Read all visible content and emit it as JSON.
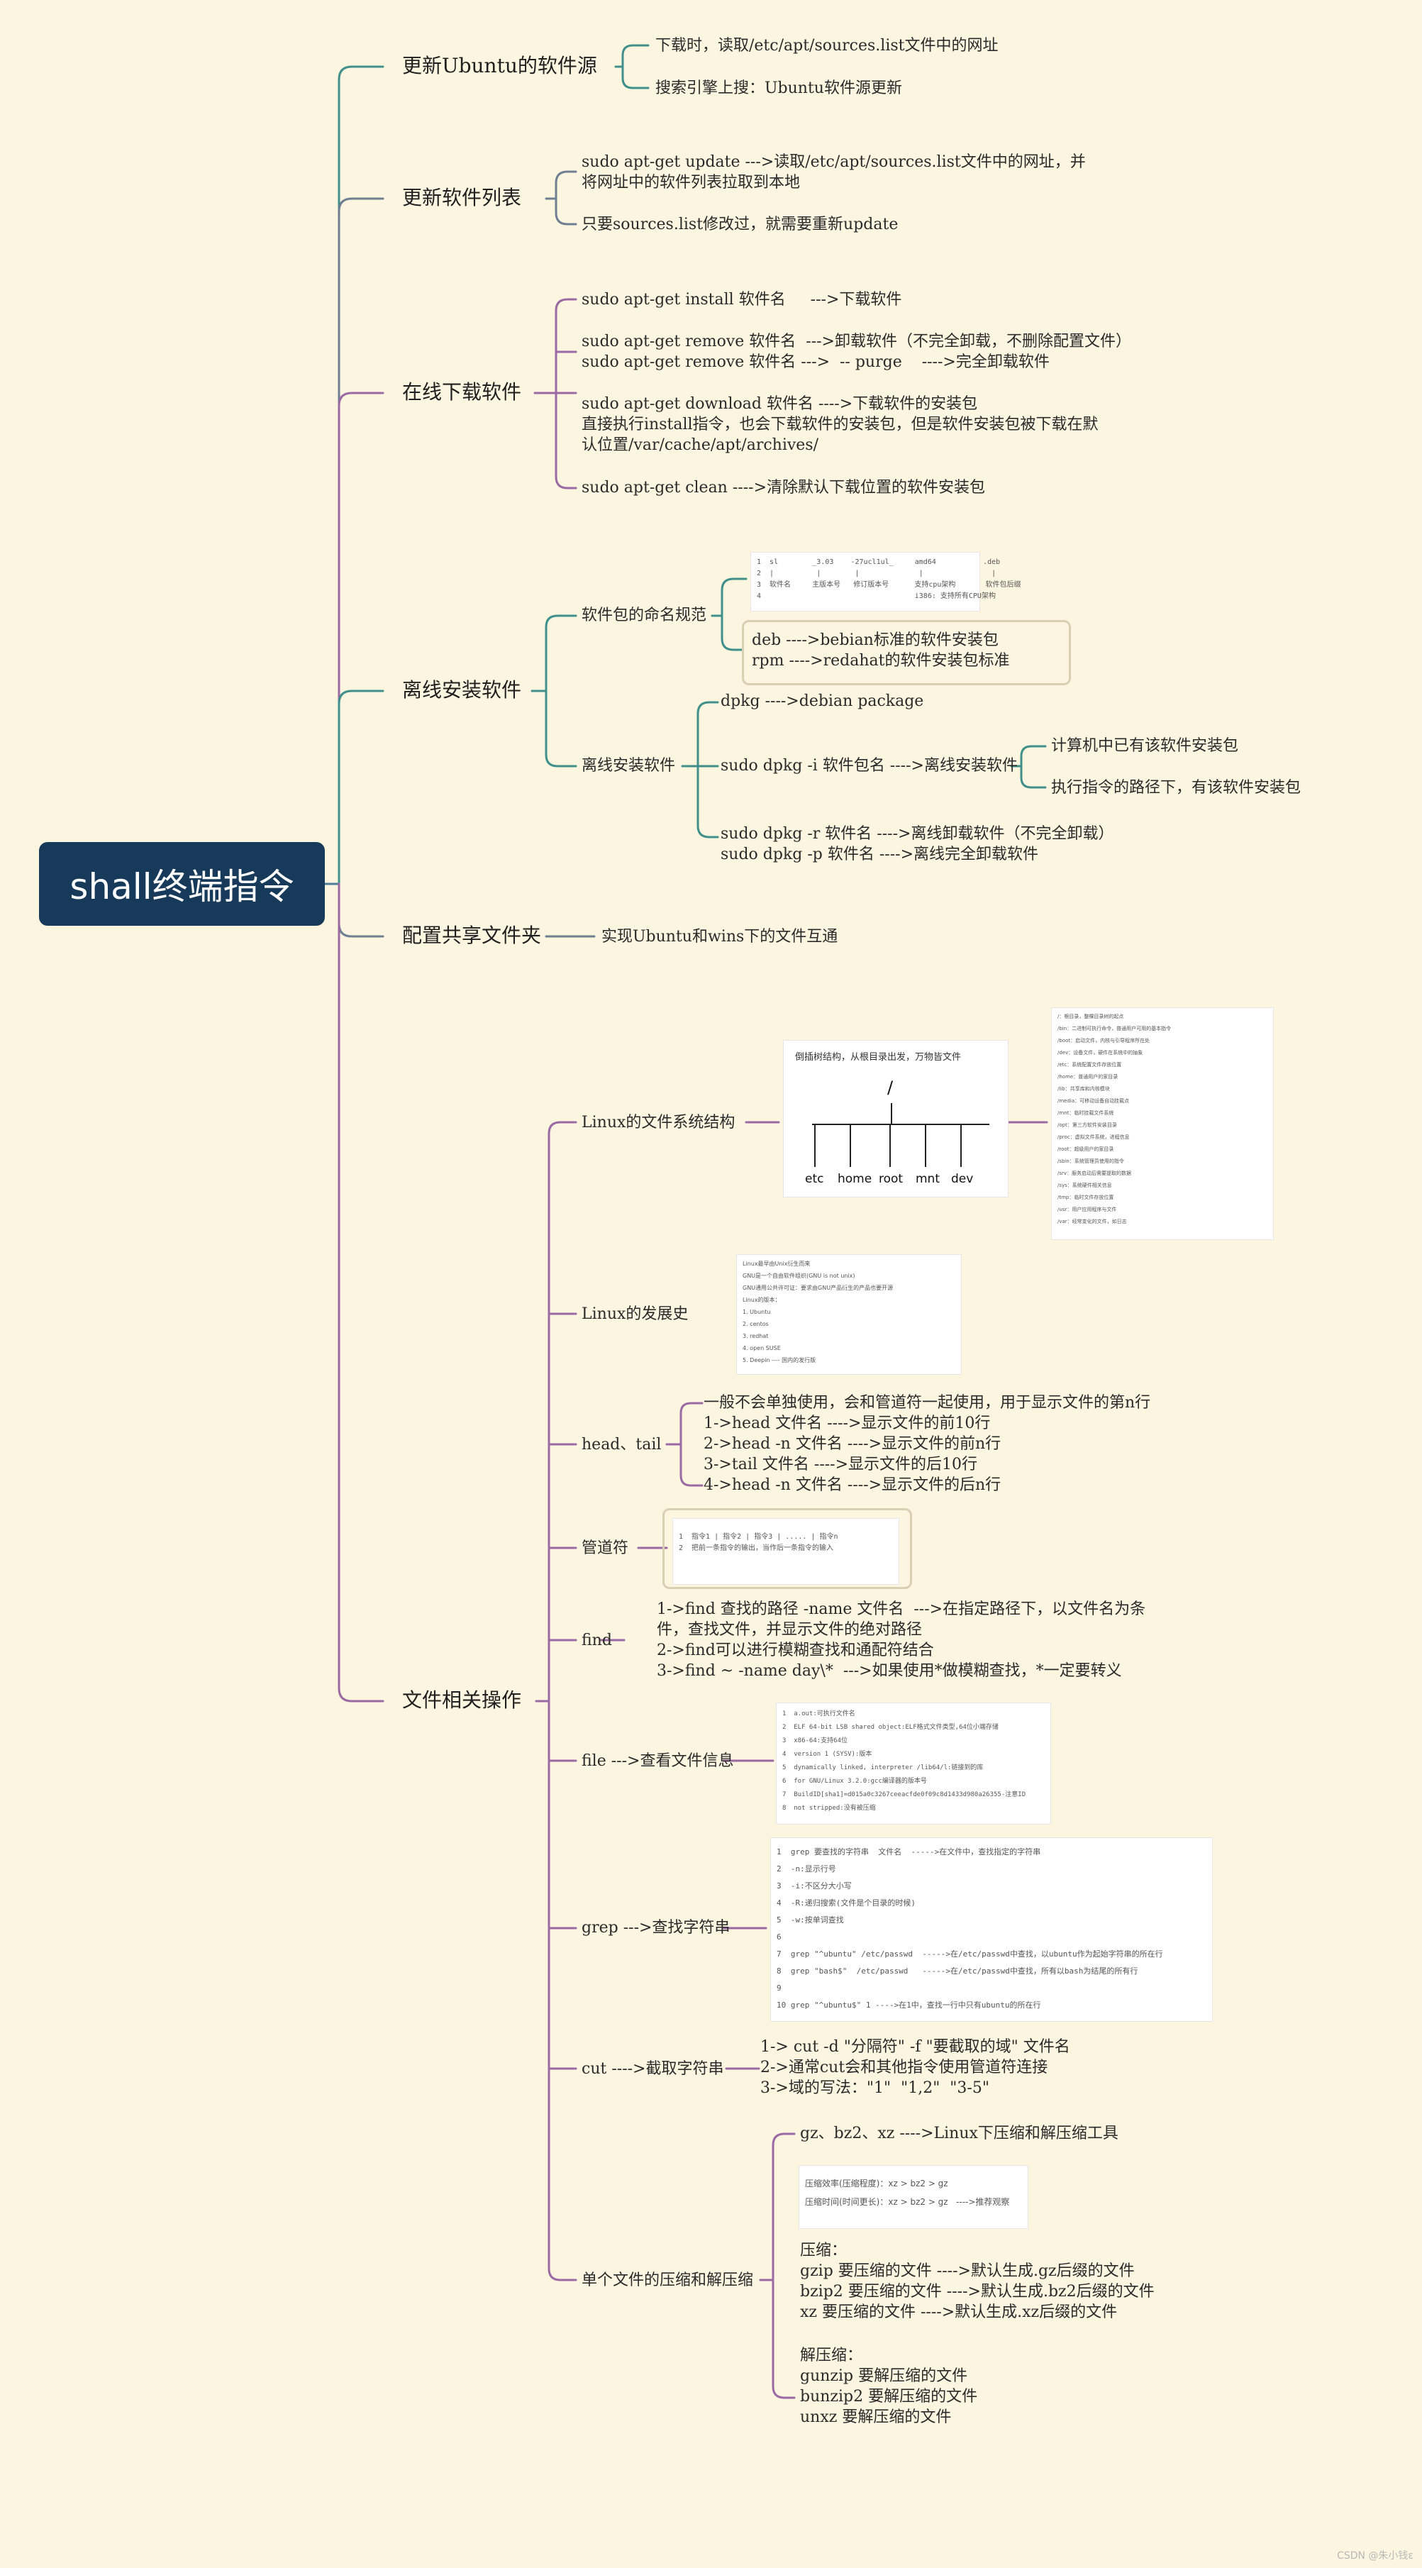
{
  "root": {
    "label": "shall终端指令"
  },
  "branches": {
    "b1": {
      "label": "更新Ubuntu的软件源",
      "items": [
        "下载时，读取/etc/apt/sources.list文件中的网址",
        "搜索引擎上搜：Ubuntu软件源更新"
      ]
    },
    "b2": {
      "label": "更新软件列表",
      "items": [
        "sudo apt-get update --->读取/etc/apt/sources.list文件中的网址，并\n将网址中的软件列表拉取到本地",
        "只要sources.list修改过，就需要重新update"
      ]
    },
    "b3": {
      "label": "在线下载软件",
      "items": [
        "sudo apt-get install 软件名     --->下载软件",
        "sudo apt-get remove 软件名  --->卸载软件（不完全卸载，不删除配置文件）\nsudo apt-get remove 软件名 --->  -- purge    ---->完全卸载软件",
        "sudo apt-get download 软件名 ---->下载软件的安装包\n直接执行install指令，也会下载软件的安装包，但是软件安装包被下载在默\n认位置/var/cache/apt/archives/",
        "sudo apt-get clean ---->清除默认下载位置的软件安装包"
      ]
    },
    "b4": {
      "label": "离线安装软件",
      "naming": {
        "label": "软件包的命名规范",
        "note": "deb ---->bebian标准的软件安装包\nrpm ---->redahat的软件安装包标准",
        "card": [
          "1  sl        _3.03    -27ucl1ul_     amd64           .deb",
          "2  |          |        |              |                |",
          "3  软件名     主版本号   修订版本号      支持cpu架构       软件包后缀",
          "4                                    i386: 支持所有CPU架构"
        ]
      },
      "offline": {
        "label": "离线安装软件",
        "dpkg": "dpkg ---->debian package",
        "install": "sudo dpkg -i 软件包名 ---->离线安装软件",
        "install_sub": [
          "计算机中已有该软件安装包",
          "执行指令的路径下，有该软件安装包"
        ],
        "remove": "sudo dpkg -r 软件名 ---->离线卸载软件（不完全卸载）\nsudo dpkg -p 软件名 ---->离线完全卸载软件"
      }
    },
    "b5": {
      "label": "配置共享文件夹",
      "items": [
        "实现Ubuntu和wins下的文件互通"
      ]
    },
    "b6": {
      "label": "文件相关操作",
      "fs": {
        "label": "Linux的文件系统结构",
        "caption": "倒插树结构，从根目录出发，万物皆文件",
        "root_slash": "/",
        "dirs": [
          "etc",
          "home",
          "root",
          "mnt",
          "dev"
        ],
        "card_lines": [
          "/：根目录，整棵目录树的起点",
          "/bin：二进制可执行命令，普通用户可用的基本指令",
          "/boot：启动文件，内核与引导程序所在处",
          "/dev：设备文件，硬件在系统中的抽象",
          "/etc：系统配置文件存放位置",
          "/home：普通用户的家目录",
          "/lib：共享库和内核模块",
          "/media：可移动设备自动挂载点",
          "/mnt：临时挂载文件系统",
          "/opt：第三方软件安装目录",
          "/proc：虚拟文件系统，进程信息",
          "/root：超级用户的家目录",
          "/sbin：系统管理员使用的指令",
          "/srv：服务启动后需要提取的数据",
          "/sys：系统硬件相关信息",
          "/tmp：临时文件存放位置",
          "/usr：用户应用程序与文件",
          "/var：经常变化的文件，如日志"
        ]
      },
      "history": {
        "label": "Linux的发展史",
        "card_lines": [
          "Linux最早由Unix衍生而来",
          "GNU是一个自由软件组织(GNU is not unix)",
          "GNU通用公共许可证：要求由GNU产品衍生的产品也要开源",
          "Linux的版本：",
          "1. Ubuntu",
          "2. centos",
          "3. redhat",
          "4. open SUSE",
          "5. Deepin ---- 国内的发行版"
        ]
      },
      "headtail": {
        "label": "head、tail",
        "text": "一般不会单独使用，会和管道符一起使用，用于显示文件的第n行\n1->head 文件名 ---->显示文件的前10行\n2->head -n 文件名 ---->显示文件的前n行\n3->tail 文件名 ---->显示文件的后10行\n4->head -n 文件名 ---->显示文件的后n行"
      },
      "pipe": {
        "label": "管道符",
        "card_lines": [
          "1  指令1 | 指令2 | 指令3 | ..... | 指令n",
          "2  把前一条指令的输出，当作后一条指令的输入"
        ]
      },
      "find": {
        "label": "find",
        "text": "1->find 查找的路径 -name 文件名  --->在指定路径下，以文件名为条\n件，查找文件，并显示文件的绝对路径\n2->find可以进行模糊查找和通配符结合\n3->find ~ -name day\\*  --->如果使用*做模糊查找，*一定要转义"
      },
      "file": {
        "label": "file --->查看文件信息",
        "card_lines": [
          "1  a.out:可执行文件名",
          "2  ELF 64-bit LSB shared object:ELF格式文件类型,64位小端存储",
          "3  x86-64:支持64位",
          "4  version 1 (SYSV):版本",
          "5  dynamically linked, interpreter /lib64/l:链接到的库",
          "6  for GNU/Linux 3.2.0:gcc编译器的版本号",
          "7  BuildID[sha1]=d015a0c3267ceeacfde0f09c8d1433d980a26355-注意ID",
          "8  not stripped:没有被压缩"
        ]
      },
      "grep": {
        "label": "grep --->查找字符串",
        "card_lines": [
          "1  grep 要查找的字符串  文件名  ----->在文件中，查找指定的字符串",
          "2  -n:显示行号",
          "3  -i:不区分大小写",
          "4  -R:递归搜索(文件是个目录的时候)",
          "5  -w:按单词查找",
          "6",
          "7  grep \"^ubuntu\" /etc/passwd  ----->在/etc/passwd中查找，以ubuntu作为起始字符串的所在行",
          "8  grep \"bash$\"  /etc/passwd   ----->在/etc/passwd中查找，所有以bash为结尾的所有行",
          "9",
          "10 grep \"^ubuntu$\" 1 ---->在1中，查找一行中只有ubuntu的所在行"
        ]
      },
      "cut": {
        "label": "cut ---->截取字符串",
        "text": "1-> cut -d \"分隔符\" -f \"要截取的域\" 文件名\n2->通常cut会和其他指令使用管道符连接\n3->域的写法：\"1\"  \"1,2\"  \"3-5\""
      },
      "compress": {
        "label": "单个文件的压缩和解压缩",
        "tools": "gz、bz2、xz ---->Linux下压缩和解压缩工具",
        "ratio_lines": [
          "压缩效率(压缩程度)：xz > bz2 > gz",
          "压缩时间(时间更长)：xz > bz2 > gz   ---->推荐观察"
        ],
        "compress_text": "压缩：\ngzip 要压缩的文件 ---->默认生成.gz后缀的文件\nbzip2 要压缩的文件 ---->默认生成.bz2后缀的文件\nxz 要压缩的文件 ---->默认生成.xz后缀的文件",
        "decompress_text": "解压缩：\ngunzip 要解压缩的文件\nbunzip2 要解压缩的文件\nunxz 要解压缩的文件"
      }
    }
  },
  "watermark": "CSDN @朱小钱ε",
  "colors": {
    "root_bg": "#173a5a",
    "teal": "#3f8f8a",
    "purple": "#9b6aa5",
    "slate": "#6e7f93",
    "bg": "#fcf5e0"
  }
}
